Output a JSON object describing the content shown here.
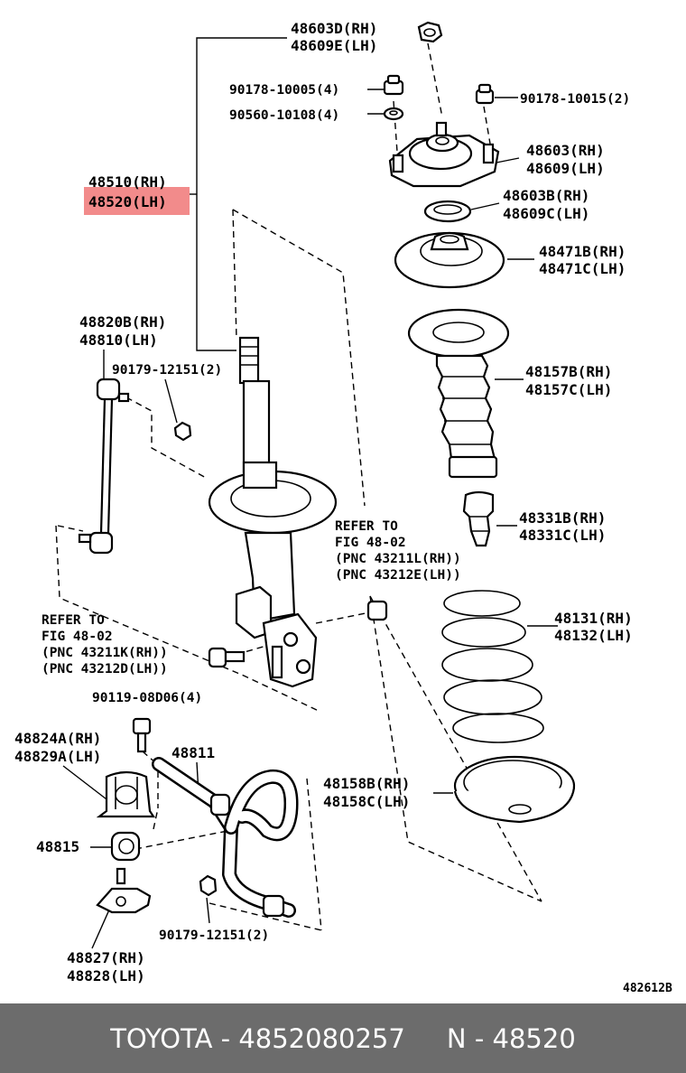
{
  "diagram": {
    "highlight_color": "#f28b8b",
    "ref_number": "482612B",
    "labels": {
      "p48603D": "48603D(RH)",
      "p48609E": "48609E(LH)",
      "p90178_10005": "90178-10005(4)",
      "p90560_10108": "90560-10108(4)",
      "p90178_10015": "90178-10015(2)",
      "p48603": "48603(RH)",
      "p48609": "48609(LH)",
      "p48510": "48510(RH)",
      "p48520": "48520(LH)",
      "p48603B": "48603B(RH)",
      "p48609C": "48609C(LH)",
      "p48471B": "48471B(RH)",
      "p48471C": "48471C(LH)",
      "p48820B": "48820B(RH)",
      "p48810": "48810(LH)",
      "p90179_12151a": "90179-12151(2)",
      "p48157B": "48157B(RH)",
      "p48157C": "48157C(LH)",
      "p48331B": "48331B(RH)",
      "p48331C": "48331C(LH)",
      "ref1_line1": "REFER TO",
      "ref1_line2": "FIG 48-02",
      "ref1_line3": "(PNC 43211L(RH))",
      "ref1_line4": "(PNC 43212E(LH))",
      "ref2_line1": "REFER TO",
      "ref2_line2": "FIG 48-02",
      "ref2_line3": "(PNC 43211K(RH))",
      "ref2_line4": "(PNC 43212D(LH))",
      "p48131": "48131(RH)",
      "p48132": "48132(LH)",
      "p90119": "90119-08D06(4)",
      "p48824A": "48824A(RH)",
      "p48829A": "48829A(LH)",
      "p48811": "48811",
      "p48158B": "48158B(RH)",
      "p48158C": "48158C(LH)",
      "p48815": "48815",
      "p90179_12151b": "90179-12151(2)",
      "p48827": "48827(RH)",
      "p48828": "48828(LH)"
    }
  },
  "footer": {
    "text": "TOYOTA - 4852080257     N - 48520"
  }
}
